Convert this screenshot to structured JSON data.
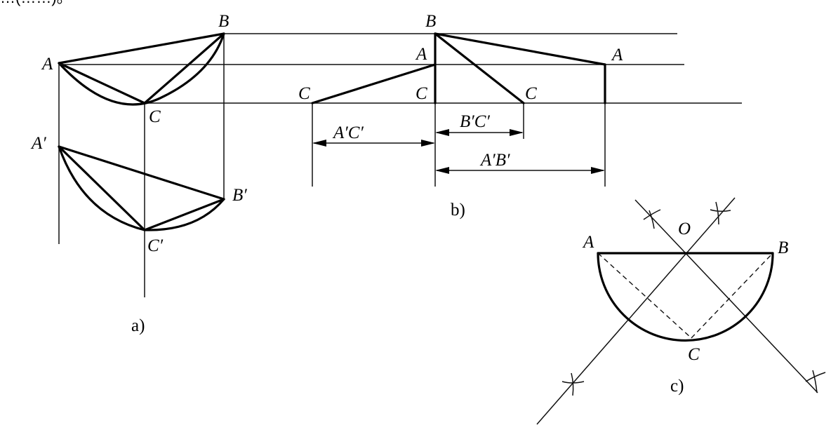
{
  "top_fragment": "…(……)。",
  "panel_a": {
    "caption": "a)",
    "labels": {
      "A": "A",
      "B": "B",
      "C": "C",
      "A_prime": "A′",
      "B_prime": "B′",
      "C_prime": "C′"
    }
  },
  "panel_b": {
    "caption": "b)",
    "labels": {
      "C_left": "C",
      "C_mid": "C",
      "C_right": "C",
      "A_mid": "A",
      "A_right": "A",
      "B_top": "B"
    },
    "dimensions": {
      "ac": "A′C′",
      "bc": "B′C′",
      "ab": "A′B′"
    }
  },
  "panel_c": {
    "caption": "c)",
    "labels": {
      "A": "A",
      "B": "B",
      "C": "C",
      "O": "O"
    }
  }
}
